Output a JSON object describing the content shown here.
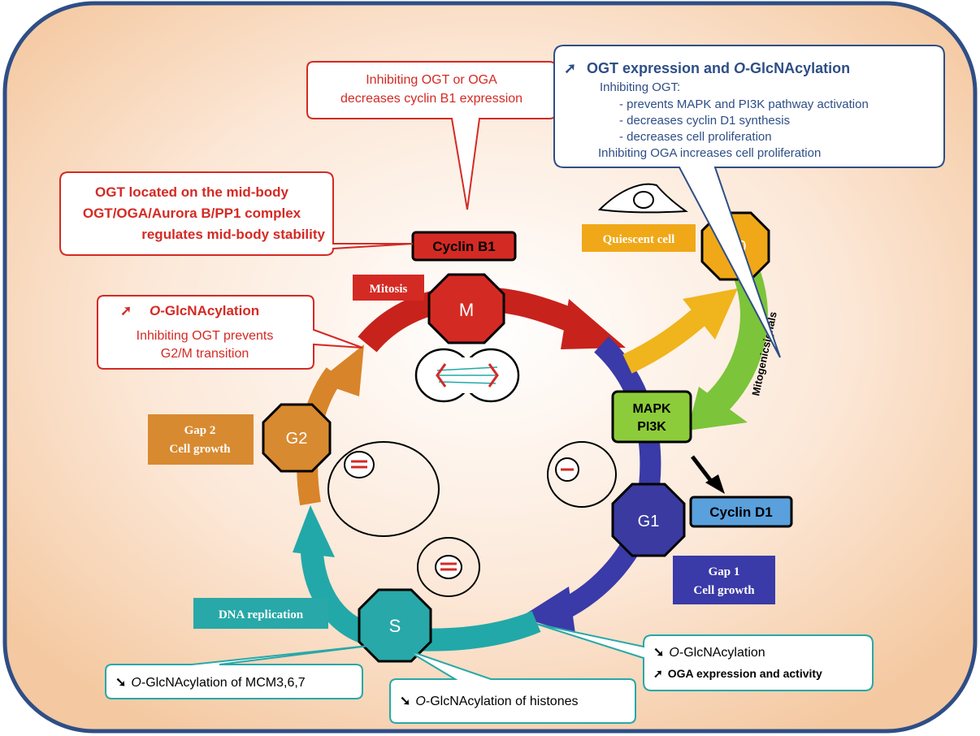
{
  "colors": {
    "mitosis": "#d42a24",
    "g0": "#f0a818",
    "mapk": "#8ccc3a",
    "g1": "#3a3aa0",
    "s_phase": "#28a8a8",
    "g2": "#d88a30",
    "frame": "#2e4e86",
    "cyclin_d1": "#5aa0dc"
  },
  "phases": {
    "m": "M",
    "g0": "G0",
    "g1": "G1",
    "s": "S",
    "g2": "G2",
    "mapk_line1": "MAPK",
    "mapk_line2": "PI3K"
  },
  "labels": {
    "cyclin_b1": "Cyclin B1",
    "cyclin_d1": "Cyclin D1",
    "mitosis": "Mitosis",
    "quiescent": "Quiescent cell",
    "gap2_line1": "Gap 2",
    "gap2_line2": "Cell growth",
    "gap1_line1": "Gap 1",
    "gap1_line2": "Cell growth",
    "dna_replication": "DNA replication",
    "mitogenic_signals": "Mitogenicsignals"
  },
  "callouts": {
    "cyclin_b1_expr": {
      "line1": "Inhibiting OGT or OGA",
      "line2": "decreases cyclin B1 expression"
    },
    "midbody": {
      "line1": "OGT located on the mid-body",
      "line2": "OGT/OGA/Aurora B/PP1 complex",
      "line3": "regulates  mid-body stability"
    },
    "g2m": {
      "arrow": "➚",
      "title_italic": "O",
      "title_rest": "-GlcNAcylation",
      "line2": "Inhibiting OGT prevents",
      "line3": "G2/M transition"
    },
    "ogt_expression": {
      "arrow": "➚",
      "title_a": "OGT expression and ",
      "title_italic": "O",
      "title_b": "-GlcNAcylation",
      "line1": "Inhibiting OGT:",
      "line2": "- prevents MAPK and PI3K pathway activation",
      "line3": "- decreases cyclin D1 synthesis",
      "line4": "- decreases cell proliferation",
      "line5": "Inhibiting OGA increases cell proliferation"
    },
    "mcm": {
      "arrow": "➘",
      "italic": "O",
      "rest": "-GlcNAcylation  of MCM3,6,7"
    },
    "histones": {
      "arrow": "➘",
      "italic": "O",
      "rest": "-GlcNAcylation  of histones"
    },
    "g1_ogl": {
      "arrow1": "➘",
      "italic": "O",
      "line1_rest": "-GlcNAcylation",
      "arrow2": "➚",
      "line2": "OGA expression and activity"
    }
  }
}
